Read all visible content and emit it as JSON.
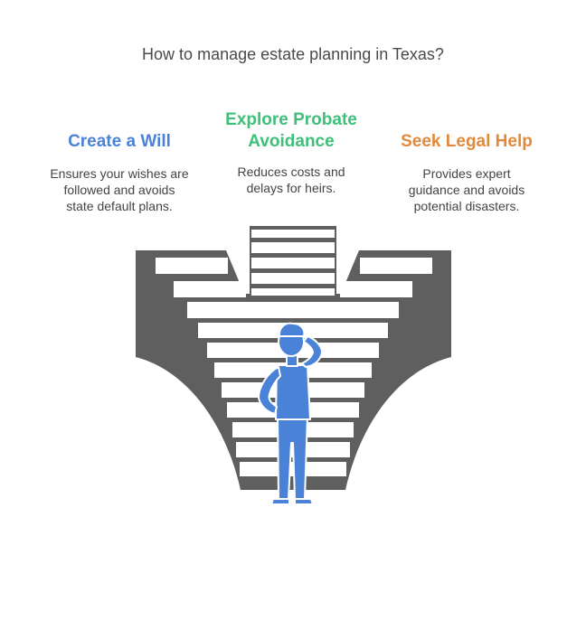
{
  "title": "How to manage estate planning in Texas?",
  "columns": [
    {
      "heading": "Create a Will",
      "body_lines": [
        "Ensures your wishes are",
        "followed and avoids",
        "state default plans."
      ]
    },
    {
      "heading_lines": [
        "Explore Probate",
        "Avoidance"
      ],
      "body_lines": [
        "Reduces costs and",
        "delays for heirs."
      ]
    },
    {
      "heading": "Seek Legal Help",
      "body_lines": [
        "Provides expert",
        "guidance and avoids",
        "potential disasters."
      ]
    }
  ],
  "colors": {
    "will": "#4a82d8",
    "probate": "#3ec07a",
    "legal": "#e28a3c",
    "stairs_dark": "#5f5f5f",
    "stairs_light": "#ffffff",
    "figure": "#4a82d8"
  },
  "icons": [
    "staircase-funnel-illustration",
    "confused-person-icon"
  ]
}
